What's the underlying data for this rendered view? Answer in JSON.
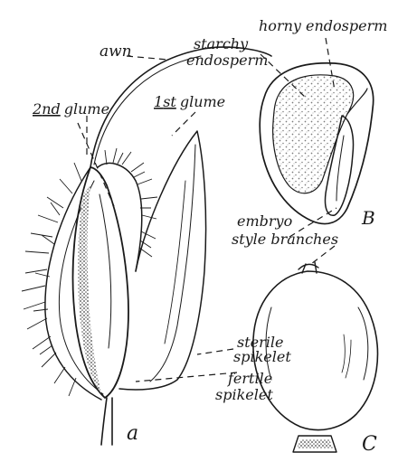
{
  "labels": {
    "awn": "awn",
    "starchy_line1": "starchy",
    "starchy_line2": "endosperm",
    "horny": "horny endosperm",
    "second_glume_num": "2",
    "second_glume_suffix": "nd",
    "second_glume_word": "glume",
    "first_glume_num": "1",
    "first_glume_suffix": "st",
    "first_glume_word": "glume",
    "embryo": "embryo",
    "style_branches": "style branches",
    "sterile_line1": "sterile",
    "sterile_line2": "spikelet",
    "fertile_line1": "fertile",
    "fertile_line2": "spikelet",
    "fig_a": "a",
    "fig_b": "B",
    "fig_c": "C"
  },
  "colors": {
    "ink": "#1a1a1a",
    "paper": "#ffffff",
    "stipple": "#7a7a7a"
  }
}
